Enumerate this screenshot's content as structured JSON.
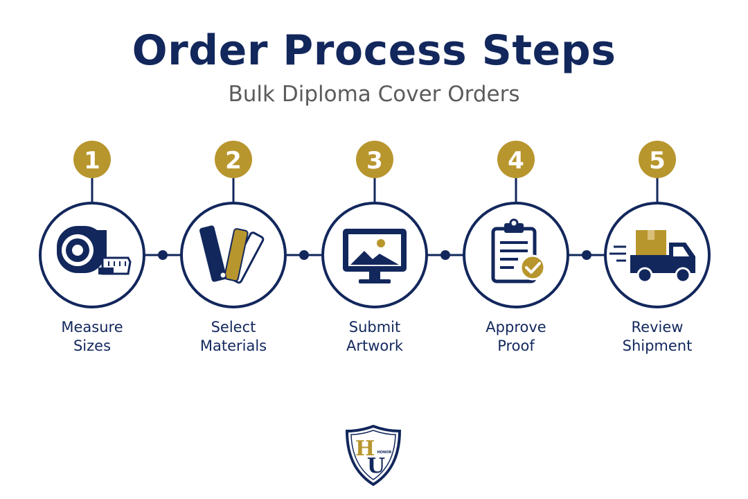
{
  "title": "Order Process Steps",
  "subtitle": "Bulk Diploma Cover Orders",
  "colors": {
    "navy": "#12275c",
    "gold": "#b8962e",
    "text_gray": "#5b5b5b"
  },
  "steps": [
    {
      "number": "1",
      "label_line1": "Measure",
      "label_line2": "Sizes",
      "icon": "tape-measure-icon"
    },
    {
      "number": "2",
      "label_line1": "Select",
      "label_line2": "Materials",
      "icon": "swatch-fan-icon"
    },
    {
      "number": "3",
      "label_line1": "Submit",
      "label_line2": "Artwork",
      "icon": "monitor-image-icon"
    },
    {
      "number": "4",
      "label_line1": "Approve",
      "label_line2": "Proof",
      "icon": "clipboard-check-icon"
    },
    {
      "number": "5",
      "label_line1": "Review",
      "label_line2": "Shipment",
      "icon": "delivery-truck-icon"
    }
  ],
  "logo": {
    "letters": "HU",
    "small_text": "HONOR",
    "icon": "shield-logo-icon"
  }
}
